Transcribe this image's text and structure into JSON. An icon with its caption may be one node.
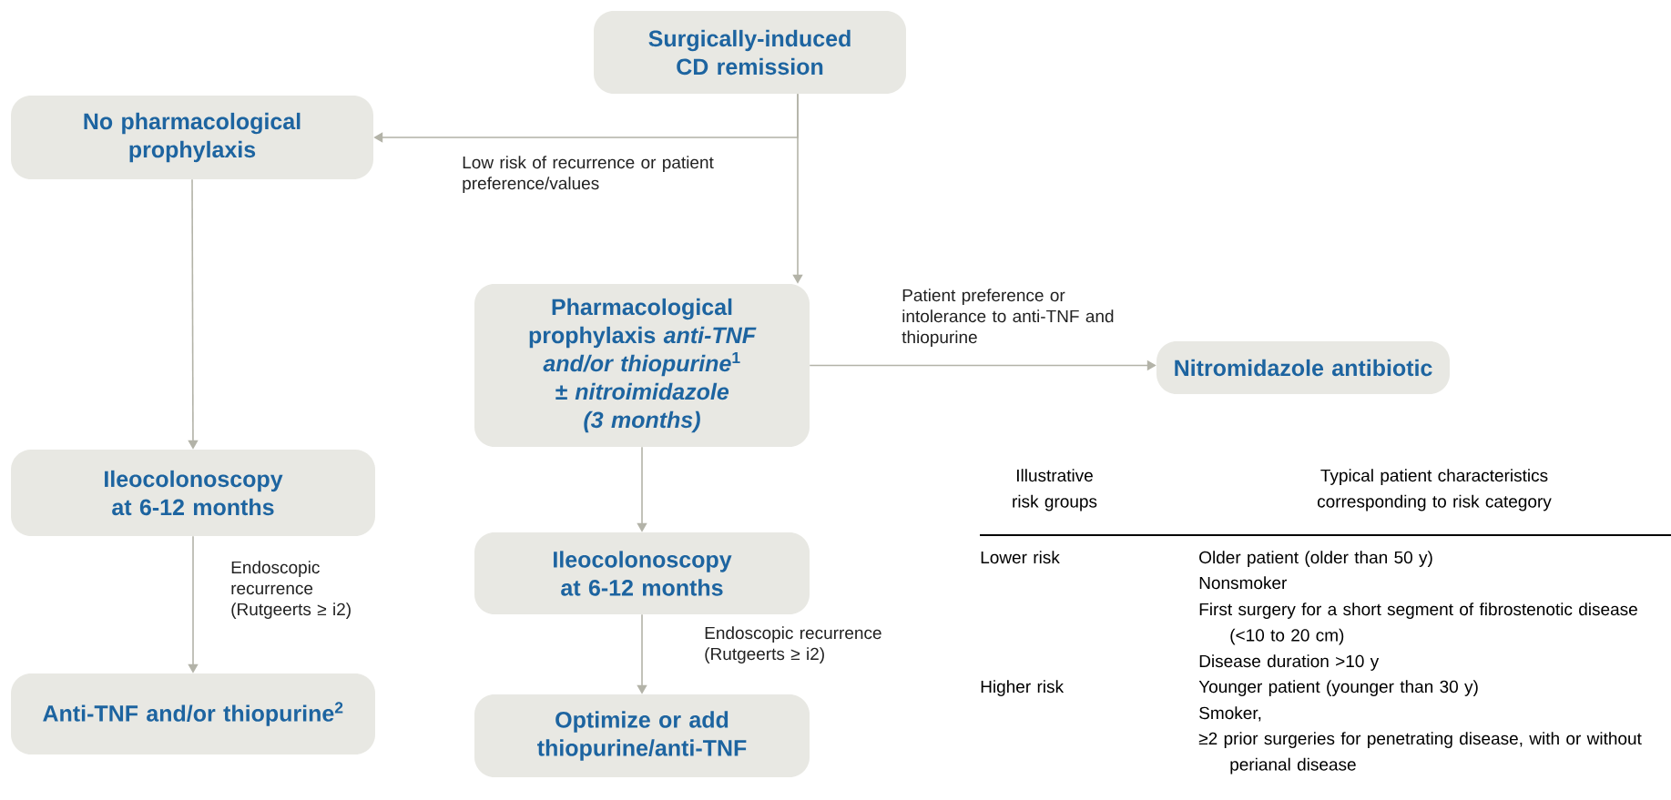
{
  "diagram": {
    "nodes": [
      {
        "text": [
          "Surgically-induced CD remission"
        ]
      },
      {
        "text": [
          "No pharmacological prophylaxis"
        ]
      },
      {
        "text": [
          "Pharmacological prophylaxis *anti-TNF and/or thiopurine*$^{1}$ *± nitroimidazole (3 months)*"
        ]
      },
      {
        "text": [
          "Nitromidazole antibiotic"
        ]
      },
      {
        "text": [
          "Ileocolonoscopy at 6-12 months"
        ]
      },
      {
        "text": [
          "Ileocolonoscopy at 6-12 months"
        ]
      },
      {
        "text": [
          "Anti-TNF and/or thiopurine$^{2}$"
        ]
      },
      {
        "text": [
          "Optimize or add thiopurine/anti-TNF"
        ]
      }
    ],
    "edges": [
      {
        "from": 0,
        "to": 1,
        "arrow": "to",
        "label": "Low risk of recurrence or patient preference/values"
      },
      {
        "from": 0,
        "to": 2,
        "arrow": "to"
      },
      {
        "from": 2,
        "to": 3,
        "arrow": "to",
        "label": "Patient preference or intolerance to anti-TNF and thiopurine"
      },
      {
        "from": 1,
        "to": 4,
        "arrow": "to"
      },
      {
        "from": 2,
        "to": 5,
        "arrow": "to"
      },
      {
        "from": 4,
        "to": 6,
        "arrow": "to",
        "label": "Endoscopic recurrence (Rutgeerts ≥ i2)"
      },
      {
        "from": 5,
        "to": 7,
        "arrow": "to",
        "label": "Endoscopic recurrence (Rutgeerts ≥ i2)"
      }
    ],
    "labels": [
      "Illustrative risk groups",
      "Typical patient characteristics corresponding to risk category",
      "Lower risk",
      "Older patient (older than 50 y)",
      "Nonsmoker",
      "First surgery for a short segment of fibrostenotic disease (<10 to 20 cm)",
      "Disease duration >10 y",
      "Higher risk",
      "Younger patient (younger than 30 y)",
      "Smoker,",
      "≥2 prior surgeries for penetrating disease, with or without perianal disease"
    ]
  }
}
